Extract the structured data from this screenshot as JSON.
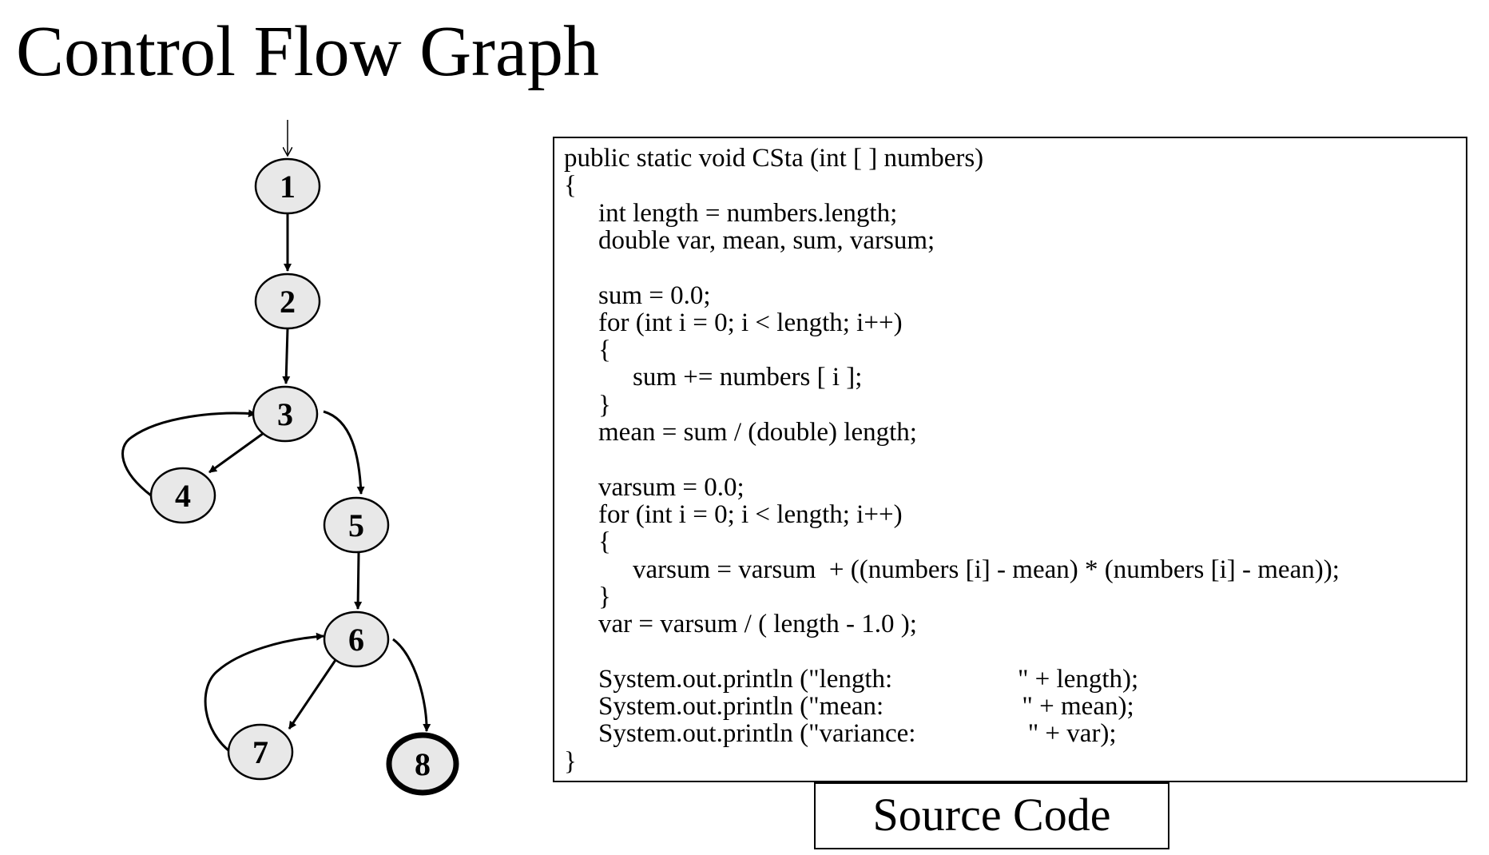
{
  "title": "Control Flow Graph",
  "graph": {
    "nodes": [
      {
        "id": "1",
        "label": "1",
        "exit": false
      },
      {
        "id": "2",
        "label": "2",
        "exit": false
      },
      {
        "id": "3",
        "label": "3",
        "exit": false
      },
      {
        "id": "4",
        "label": "4",
        "exit": false
      },
      {
        "id": "5",
        "label": "5",
        "exit": false
      },
      {
        "id": "6",
        "label": "6",
        "exit": false
      },
      {
        "id": "7",
        "label": "7",
        "exit": false
      },
      {
        "id": "8",
        "label": "8",
        "exit": true
      }
    ],
    "edges": [
      {
        "from": "entry",
        "to": "1"
      },
      {
        "from": "1",
        "to": "2"
      },
      {
        "from": "2",
        "to": "3"
      },
      {
        "from": "3",
        "to": "4"
      },
      {
        "from": "4",
        "to": "3"
      },
      {
        "from": "3",
        "to": "5"
      },
      {
        "from": "5",
        "to": "6"
      },
      {
        "from": "6",
        "to": "7"
      },
      {
        "from": "7",
        "to": "6"
      },
      {
        "from": "6",
        "to": "8"
      }
    ],
    "node_fill": "#e8e8e8"
  },
  "code": {
    "lines": [
      {
        "indent": 0,
        "text": "public static void CSta (int [ ] numbers)"
      },
      {
        "indent": 0,
        "text": "{"
      },
      {
        "indent": 1,
        "text": "int length = numbers.length;"
      },
      {
        "indent": 1,
        "text": "double var, mean, sum, varsum;"
      },
      {
        "indent": 1,
        "text": ""
      },
      {
        "indent": 1,
        "text": "sum = 0.0;"
      },
      {
        "indent": 1,
        "text": "for (int i = 0; i < length; i++)"
      },
      {
        "indent": 1,
        "text": "{"
      },
      {
        "indent": 2,
        "text": "sum += numbers [ i ];"
      },
      {
        "indent": 1,
        "text": "}"
      },
      {
        "indent": 1,
        "text": "mean = sum / (double) length;"
      },
      {
        "indent": 1,
        "text": ""
      },
      {
        "indent": 1,
        "text": "varsum = 0.0;"
      },
      {
        "indent": 1,
        "text": "for (int i = 0; i < length; i++)"
      },
      {
        "indent": 1,
        "text": "{"
      },
      {
        "indent": 2,
        "text": "varsum = varsum  + ((numbers [i] - mean) * (numbers [i] - mean));"
      },
      {
        "indent": 1,
        "text": "}"
      },
      {
        "indent": 1,
        "text": "var = varsum / ( length - 1.0 );"
      },
      {
        "indent": 1,
        "text": ""
      },
      {
        "indent": 1,
        "text": "System.out.println (\"length:                   \" + length);"
      },
      {
        "indent": 1,
        "text": "System.out.println (\"mean:                     \" + mean);"
      },
      {
        "indent": 1,
        "text": "System.out.println (\"variance:                 \" + var);"
      },
      {
        "indent": 0,
        "text": "}"
      }
    ]
  },
  "caption": "Source Code"
}
